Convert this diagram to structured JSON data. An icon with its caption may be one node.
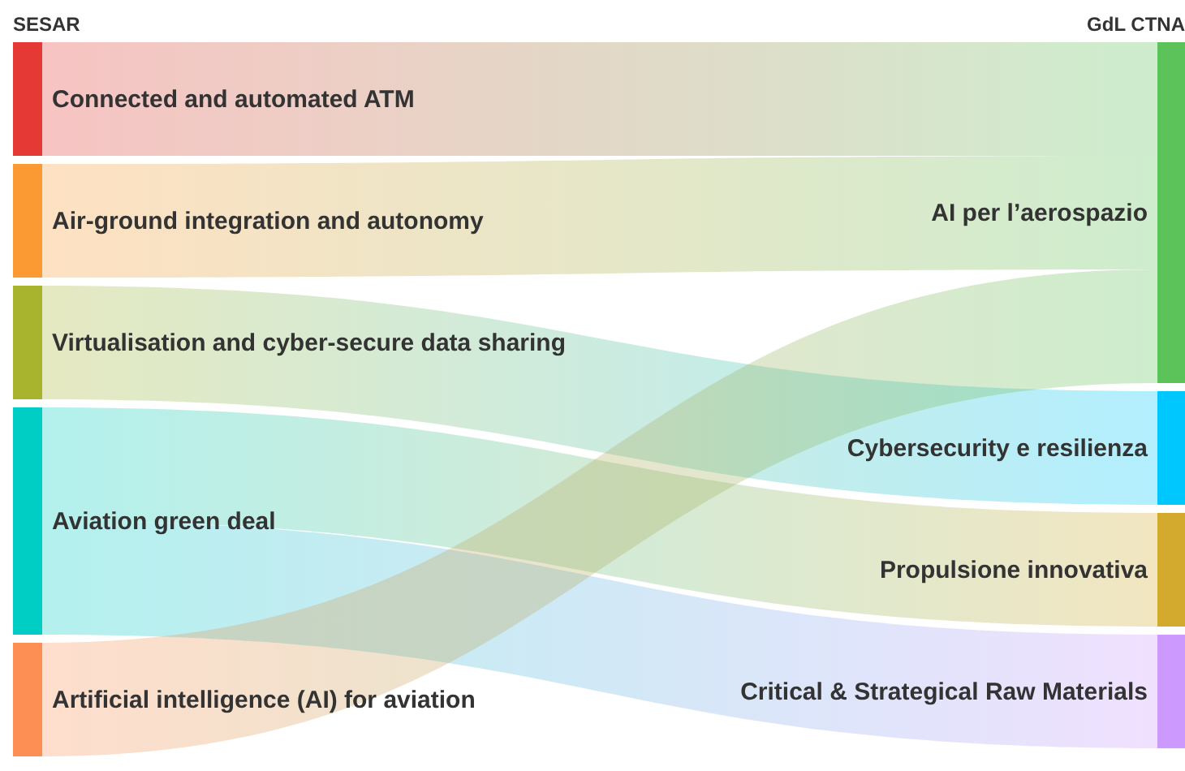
{
  "diagram": {
    "nodes": [
      {
        "text": [
          "Connected and automated ATM"
        ]
      },
      {
        "text": [
          "Air-ground integration and autonomy"
        ]
      },
      {
        "text": [
          "Virtualisation and cyber-secure data sharing"
        ]
      },
      {
        "text": [
          "Aviation green deal"
        ]
      },
      {
        "text": [
          "Artificial intelligence (AI) for aviation"
        ]
      },
      {
        "text": [
          "AI per l’aerospazio"
        ]
      },
      {
        "text": [
          "Cybersecurity e resilienza"
        ]
      },
      {
        "text": [
          "Propulsione innovativa"
        ]
      },
      {
        "text": [
          "Critical & Strategical Raw Materials"
        ]
      }
    ],
    "edges": [
      {
        "from": 0,
        "to": 5,
        "arrow": "none"
      },
      {
        "from": 1,
        "to": 5,
        "arrow": "none"
      },
      {
        "from": 2,
        "to": 6,
        "arrow": "none"
      },
      {
        "from": 3,
        "to": 7,
        "arrow": "none"
      },
      {
        "from": 3,
        "to": 8,
        "arrow": "none"
      },
      {
        "from": 4,
        "to": 5,
        "arrow": "none"
      }
    ],
    "labels": [
      "SESAR",
      "GdL CTNA"
    ]
  }
}
